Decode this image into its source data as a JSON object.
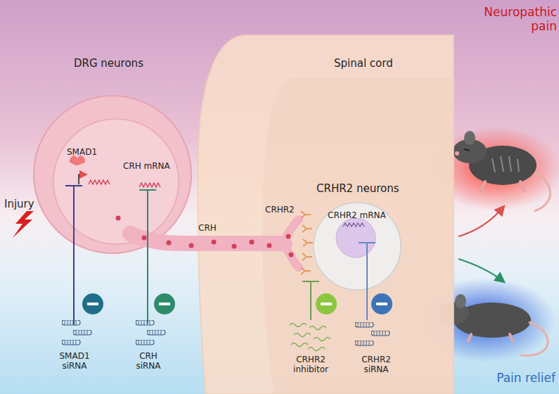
{
  "diagram": {
    "nodes": [
      {
        "text": [
          "Spinal cord"
        ]
      },
      {
        "text": [
          "DRG neurons"
        ]
      },
      {
        "text": [
          "SMAD1",
          "CRH mRNA"
        ],
        "in": 1
      },
      {
        "text": [
          "CRHR2 neurons",
          "CRHR2 mRNA"
        ],
        "in": 0
      }
    ],
    "labels": [
      "Neuropathic pain",
      "Injury",
      "CRH",
      "CRHR2",
      "SMAD1 siRNA",
      "CRH siRNA",
      "CRHR2 inhibitor",
      "CRHR2 siRNA",
      "Pain relief"
    ]
  }
}
